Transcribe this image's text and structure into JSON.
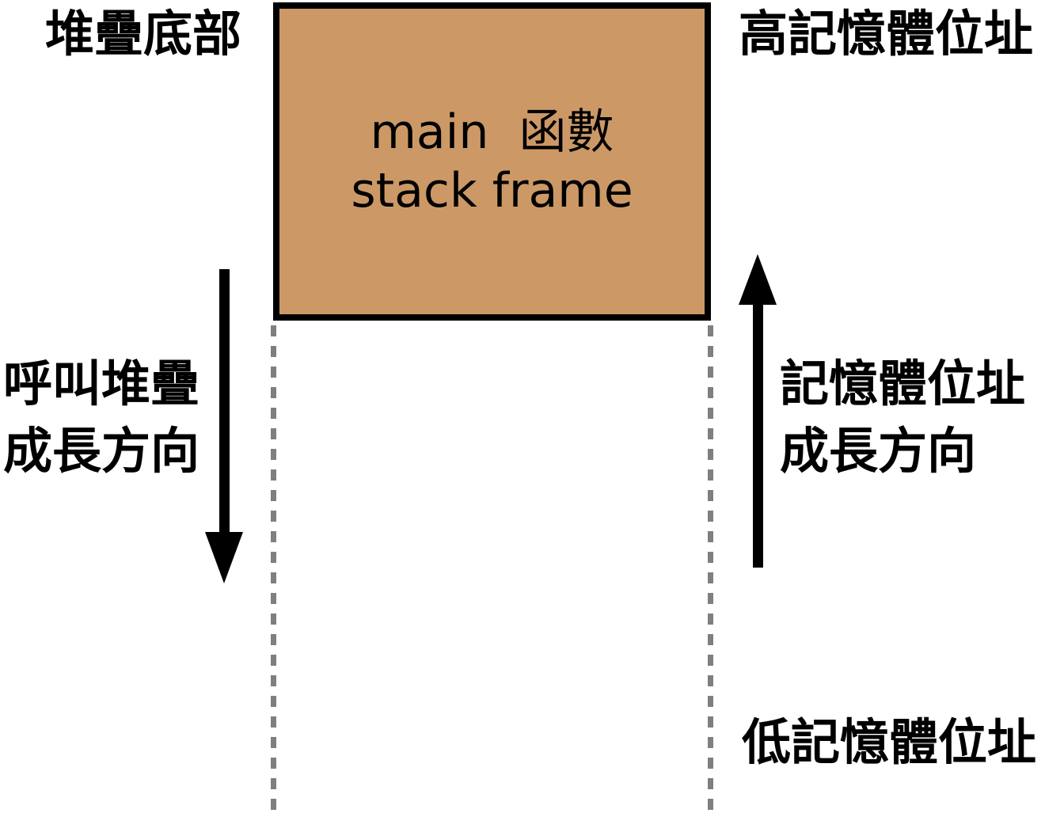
{
  "diagram": {
    "box": {
      "line1": "main  函數",
      "line2": "stack frame"
    },
    "labels": {
      "stack_bottom": "堆疊底部",
      "high_memory": "高記憶體位址",
      "low_memory": "低記憶體位址",
      "call_stack_growth_line1": "呼叫堆疊",
      "call_stack_growth_line2": "成長方向",
      "memory_growth_line1": "記憶體位址",
      "memory_growth_line2": "成長方向"
    },
    "colors": {
      "background": "#FFFFFF",
      "box_fill": "#CC9966",
      "box_border": "#000000",
      "dotted_line": "#7F7F7F",
      "arrow": "#000000",
      "text": "#000000"
    }
  }
}
